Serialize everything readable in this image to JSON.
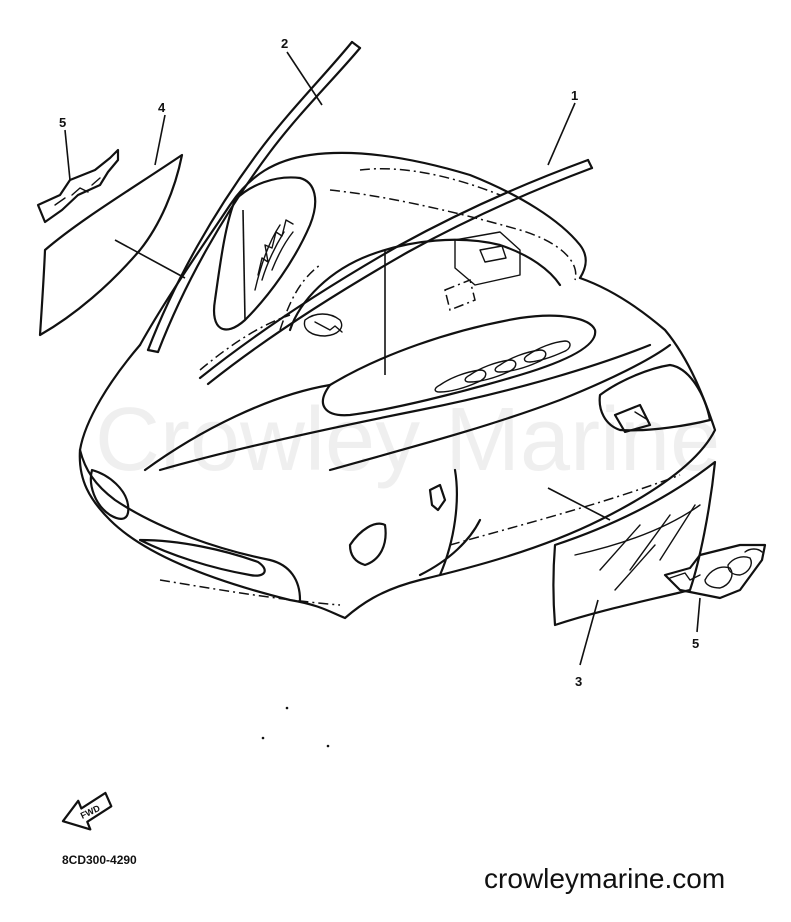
{
  "watermark": "Crowley Marine",
  "callouts": [
    {
      "id": "1",
      "label": "1"
    },
    {
      "id": "2",
      "label": "2"
    },
    {
      "id": "3",
      "label": "3"
    },
    {
      "id": "4",
      "label": "4"
    },
    {
      "id": "5a",
      "label": "5"
    },
    {
      "id": "5b",
      "label": "5"
    }
  ],
  "forward_arrow_label": "FWD",
  "part_code": "8CD300-4290",
  "site_url": "crowleymarine.com"
}
